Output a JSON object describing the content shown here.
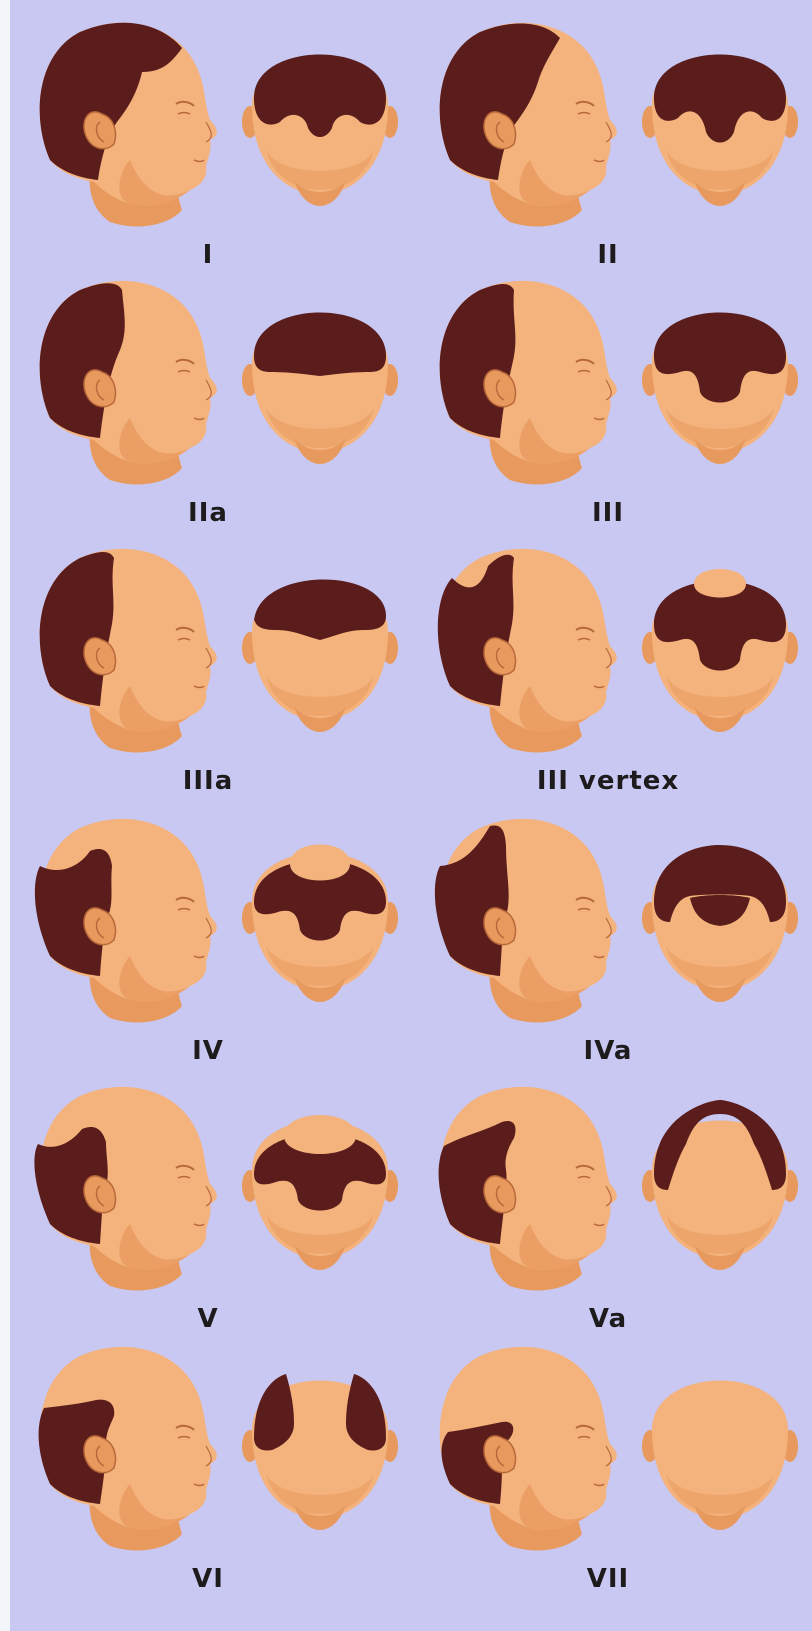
{
  "colors": {
    "background": "#c9c8f2",
    "skin_light": "#f4b27c",
    "skin_mid": "#e89a5e",
    "skin_dark": "#b8683a",
    "hair": "#5a1d1b",
    "label": "#1e1b1d"
  },
  "stages": [
    {
      "label": "I",
      "pattern": "full"
    },
    {
      "label": "II",
      "pattern": "mild-temple"
    },
    {
      "label": "IIa",
      "pattern": "frontal-line"
    },
    {
      "label": "III",
      "pattern": "deep-temple"
    },
    {
      "label": "IIIa",
      "pattern": "frontal-recession"
    },
    {
      "label": "III vertex",
      "pattern": "temple-crown"
    },
    {
      "label": "IV",
      "pattern": "frontal-crown"
    },
    {
      "label": "IVa",
      "pattern": "frontal-advanced"
    },
    {
      "label": "V",
      "pattern": "bridge-thin"
    },
    {
      "label": "Va",
      "pattern": "frontal-severe"
    },
    {
      "label": "VI",
      "pattern": "horseshoe"
    },
    {
      "label": "VII",
      "pattern": "fringe"
    }
  ]
}
